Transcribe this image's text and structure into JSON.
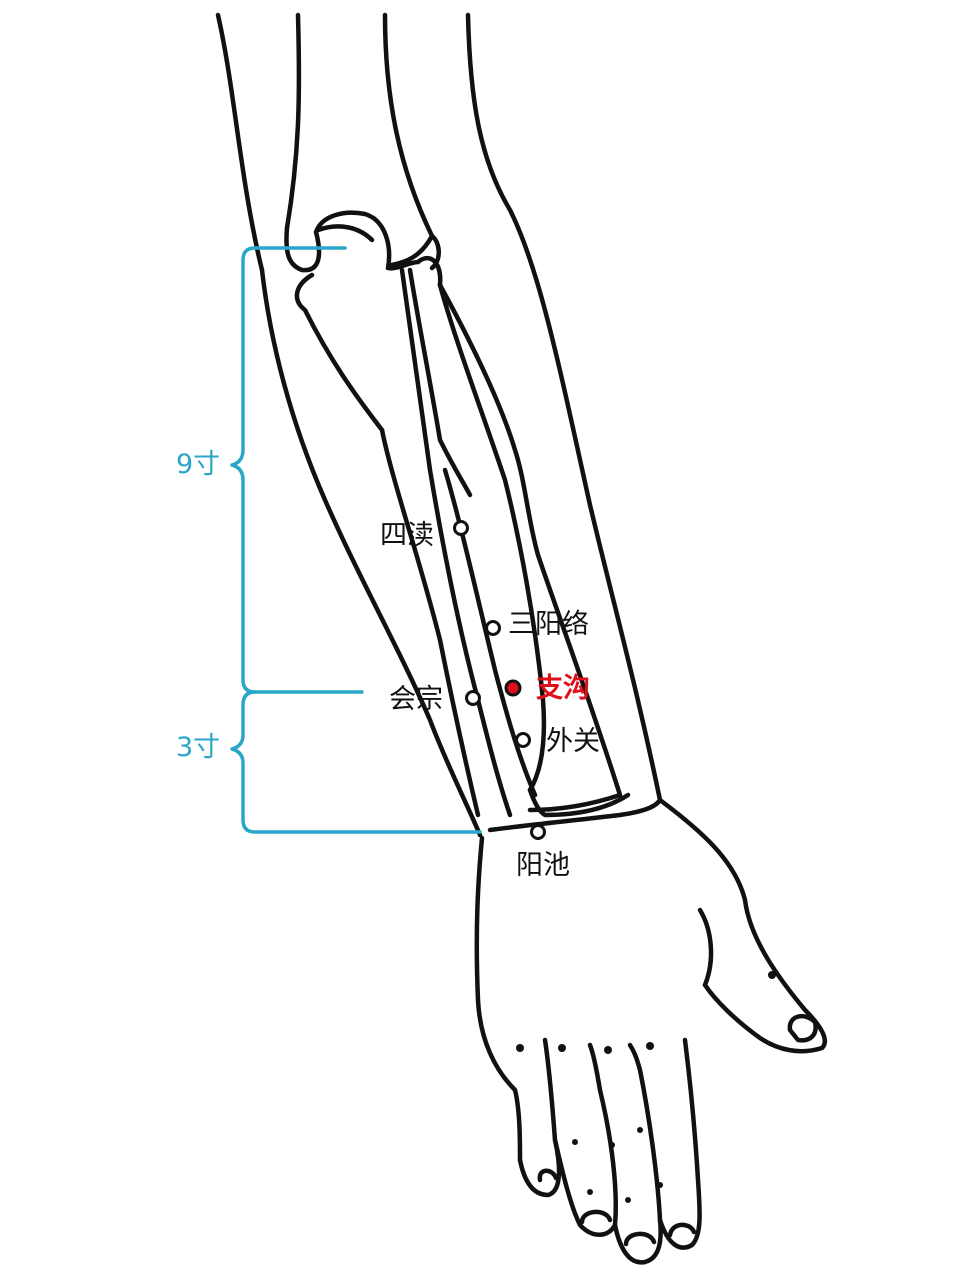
{
  "colors": {
    "outline": "#111111",
    "bracket": "#2aa6c8",
    "highlight": "#e0101a",
    "point_fill": "#ffffff"
  },
  "measurements": {
    "upper": "9寸",
    "lower": "3寸"
  },
  "points": [
    {
      "id": "sidu",
      "label": "四渎",
      "highlight": false
    },
    {
      "id": "sanyangluo",
      "label": "三阳络",
      "highlight": false
    },
    {
      "id": "zhigou",
      "label": "支沟",
      "highlight": true
    },
    {
      "id": "huizong",
      "label": "会宗",
      "highlight": false
    },
    {
      "id": "waiguan",
      "label": "外关",
      "highlight": false
    },
    {
      "id": "yangchi",
      "label": "阳池",
      "highlight": false
    }
  ]
}
